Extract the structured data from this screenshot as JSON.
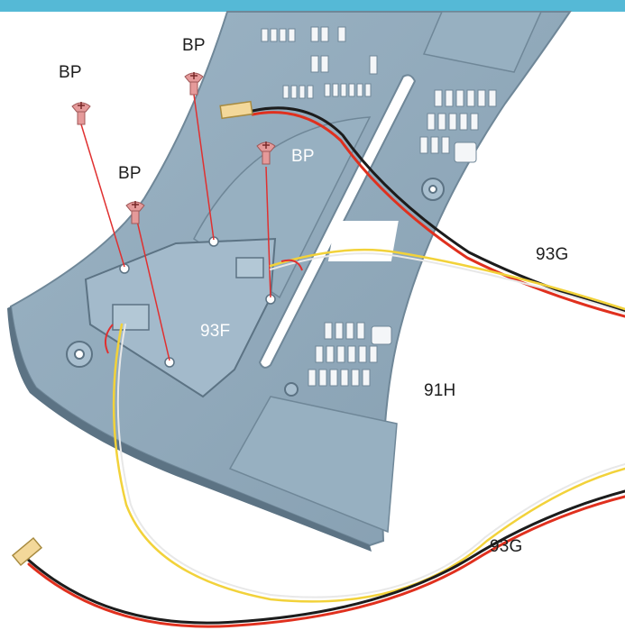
{
  "colors": {
    "top_band": "#55b9d6",
    "panel": "#8fa9bb",
    "panel_dark": "#6f8798",
    "panel_shadow": "#5c7384",
    "plate": "#9db6c7",
    "screw": "#e59a9a",
    "screw_cross": "#7a2a2a",
    "guide_line": "#e03030",
    "wire_red": "#e0301e",
    "wire_black": "#1c1c1c",
    "wire_yellow": "#f2d23a",
    "wire_white": "#e8e8e8",
    "connector": "#f3d89a"
  },
  "icons": {
    "screw": "screw-icon",
    "connector": "connector-icon"
  },
  "labels": {
    "bp_1": "BP",
    "bp_2": "BP",
    "bp_3": "BP",
    "bp_4": "BP",
    "part_93f": "93F",
    "part_93g_top": "93G",
    "part_91h": "91H",
    "part_93g_bottom": "93G"
  }
}
